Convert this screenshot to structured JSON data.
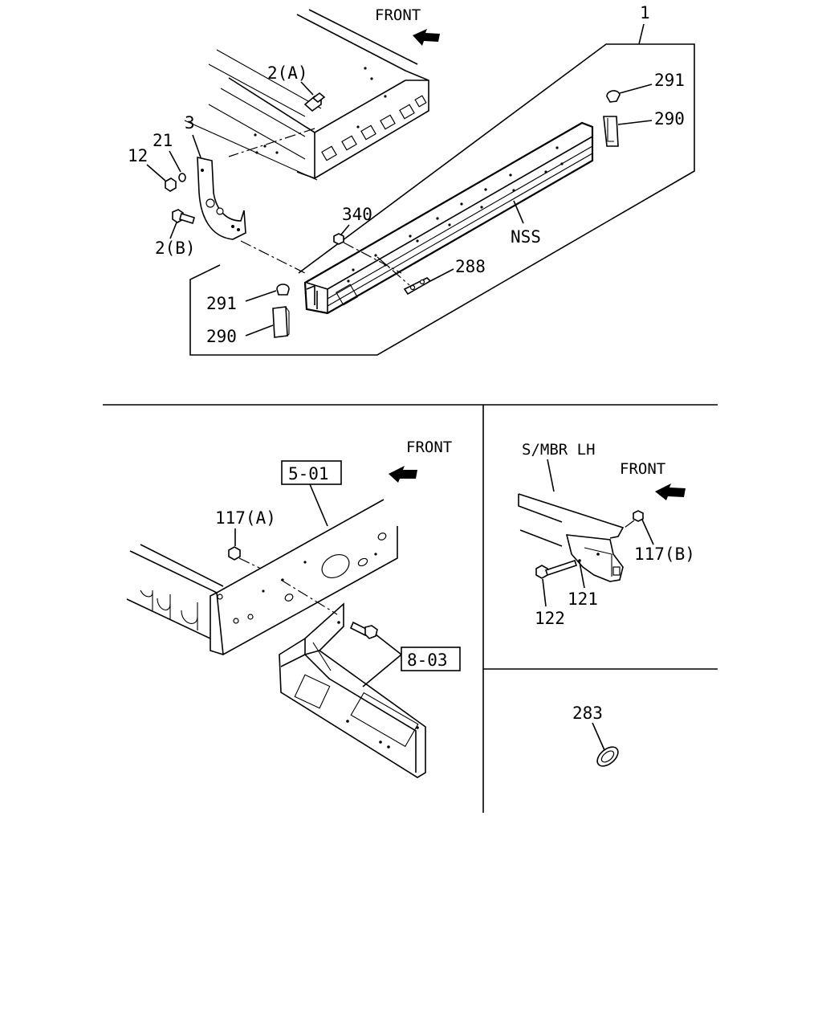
{
  "top_panel": {
    "front_label": "FRONT",
    "assembly_callout": "1",
    "labels": {
      "bolt_2a": "2(A)",
      "bracket_3": "3",
      "washer_21": "21",
      "nut_12": "12",
      "bolt_2b": "2(B)",
      "nut_340": "340",
      "member_nss": "NSS",
      "plate_288": "288",
      "cap_291_top": "291",
      "bush_290_top": "290",
      "cap_291_bottom": "291",
      "bush_290_bottom": "290"
    }
  },
  "bottom_left_panel": {
    "front_label": "FRONT",
    "ref_box_frame": "5-01",
    "ref_box_bracket": "8-03",
    "nut_117a": "117(A)"
  },
  "bottom_right_panel": {
    "member_label": "S/MBR LH",
    "front_label": "FRONT",
    "nut_117b": "117(B)",
    "bracket_121": "121",
    "bolt_122": "122"
  },
  "grommet_panel": {
    "grommet_283": "283"
  }
}
